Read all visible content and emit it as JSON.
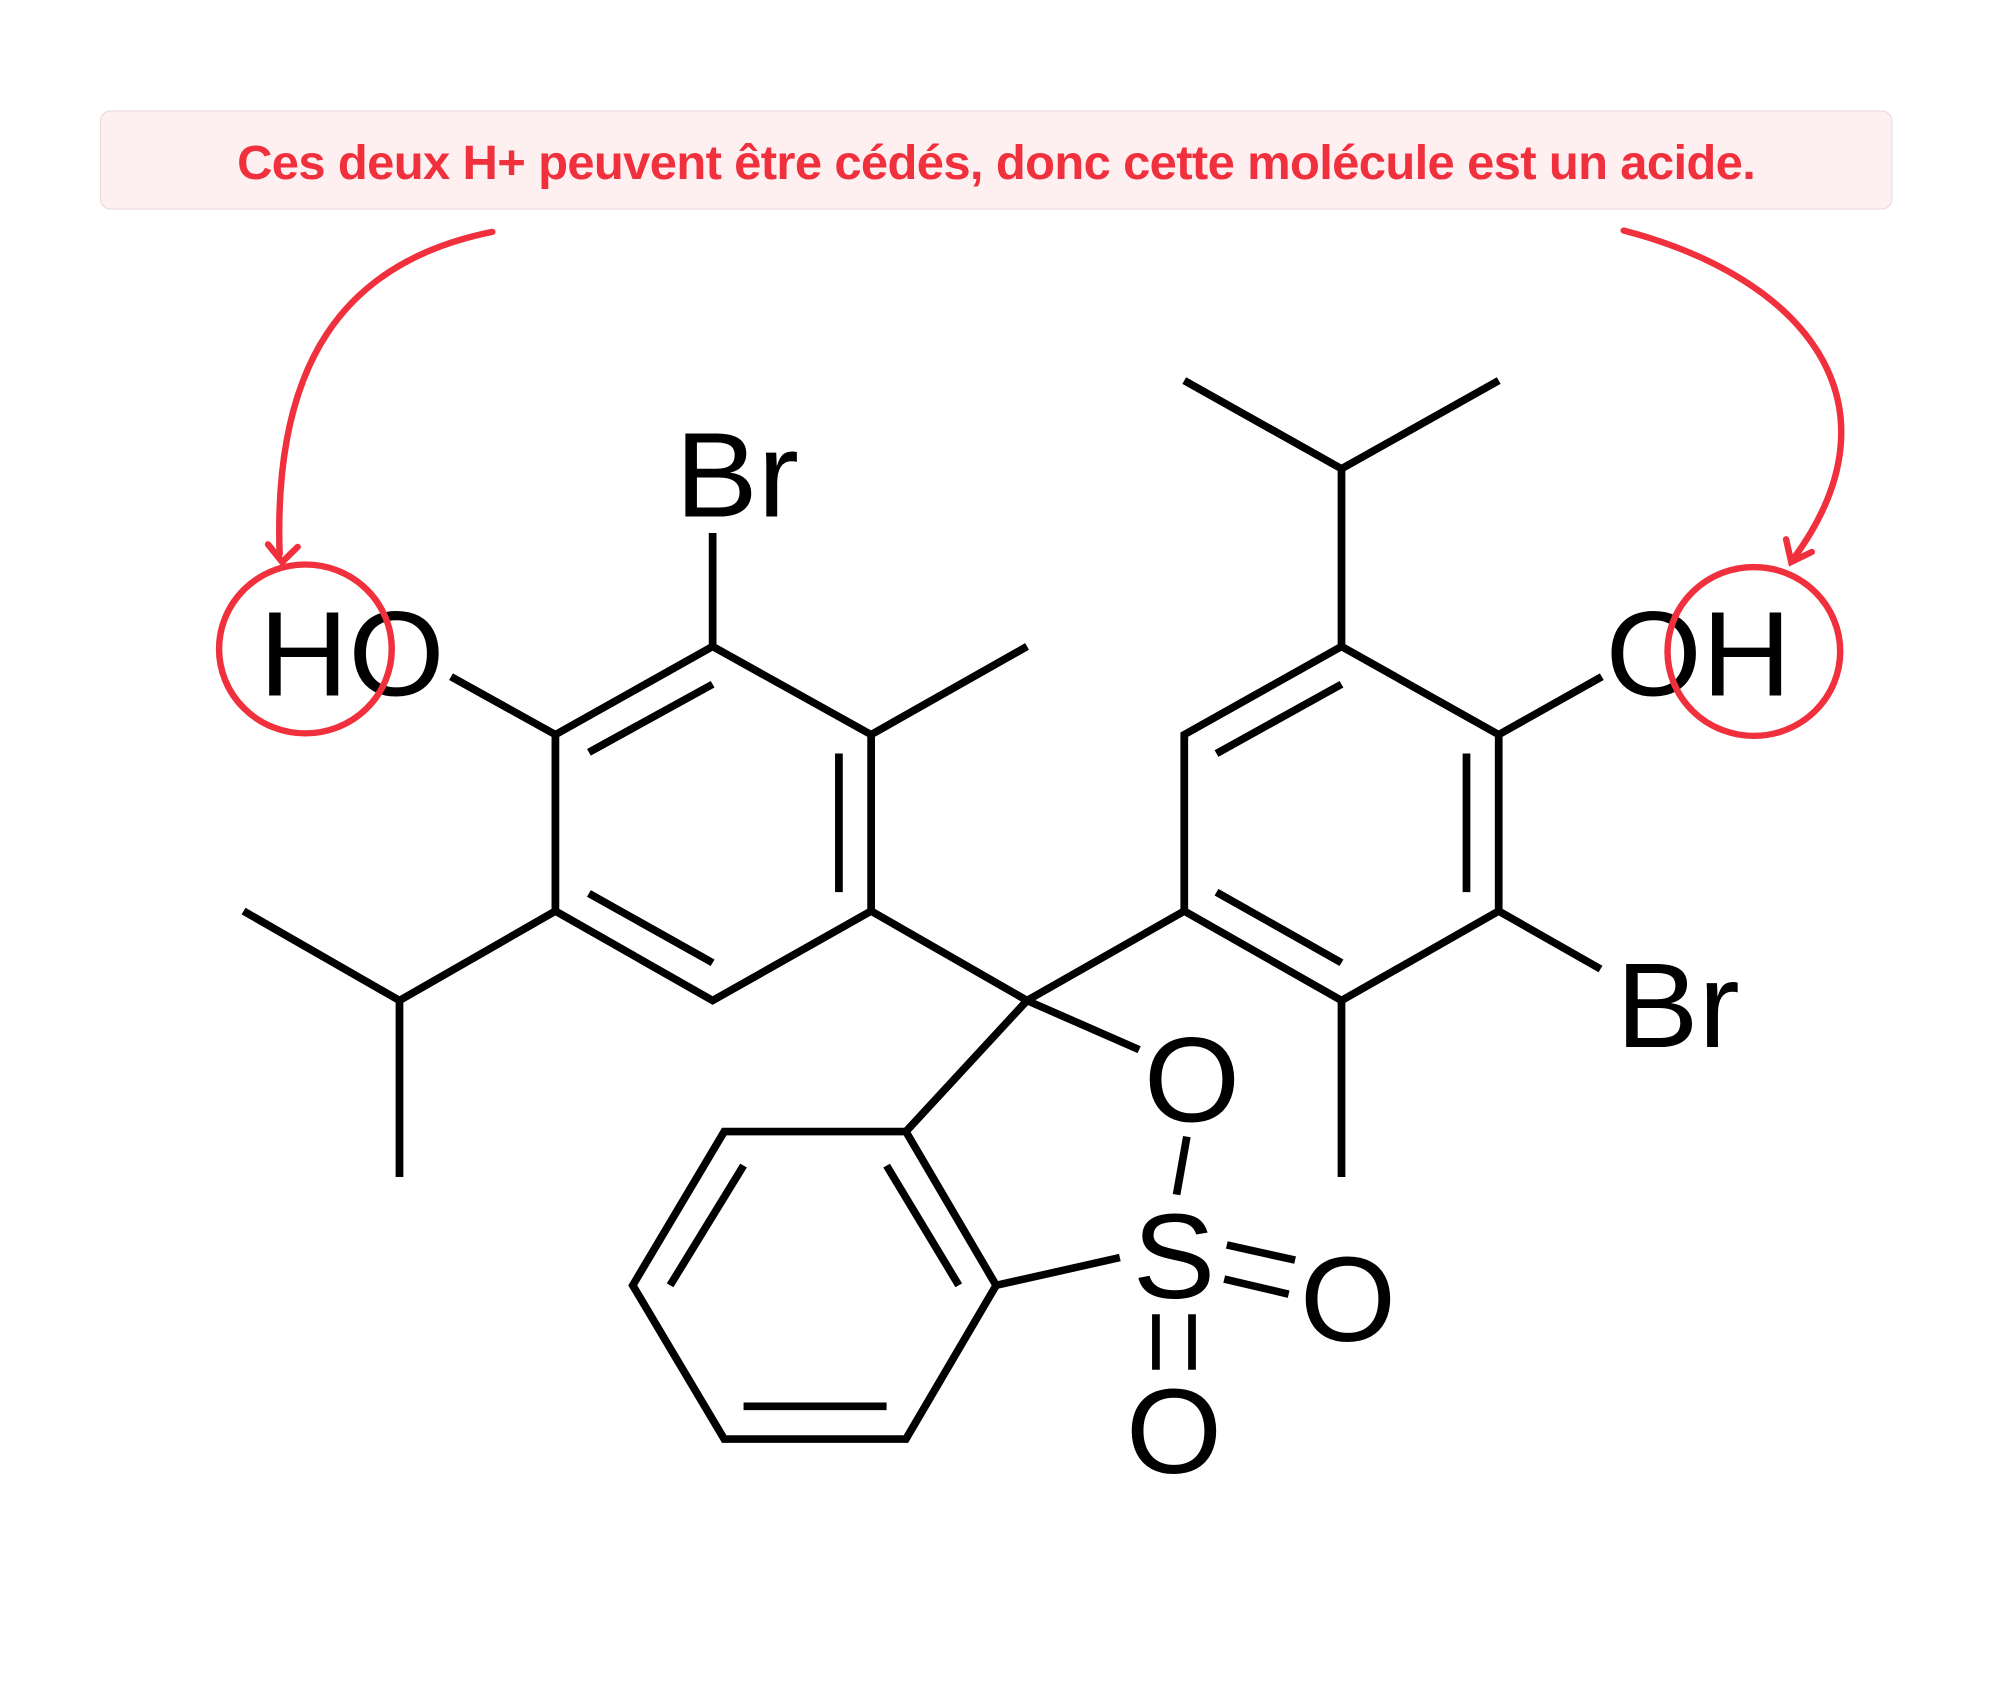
{
  "annotation": {
    "text": "Ces deux H+ peuvent être cédés, donc cette molécule est un acide.",
    "color": "#f0303c",
    "background": "#fef0f0"
  },
  "atoms": {
    "br_left": "Br",
    "ho_left": "HO",
    "oh_right": "OH",
    "br_right": "Br",
    "o_ring": "O",
    "s": "S",
    "o_right": "O",
    "o_bottom": "O"
  }
}
